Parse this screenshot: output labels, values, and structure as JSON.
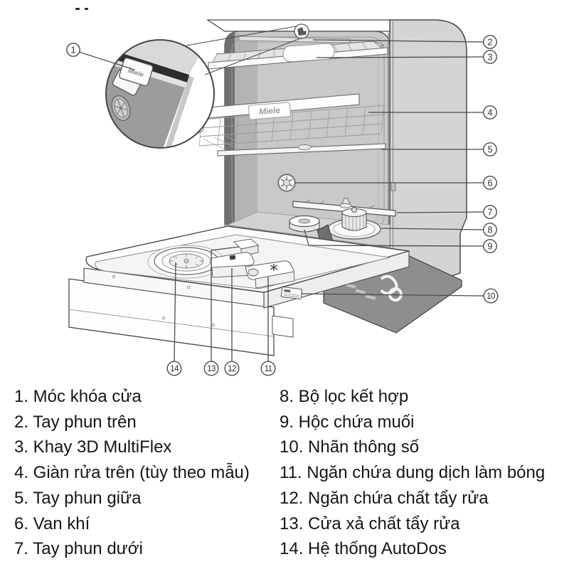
{
  "figure": {
    "brand": "Miele",
    "callouts": [
      "1",
      "2",
      "3",
      "4",
      "5",
      "6",
      "7",
      "8",
      "9",
      "10",
      "11",
      "12",
      "13",
      "14"
    ],
    "colors": {
      "outline": "#4a4a4a",
      "side_panel": "#d4d4d4",
      "tub_wall": "#c9c9c9",
      "door_face": "#9c9c9c",
      "plinth": "#8e8e8e",
      "paper": "#ffffff"
    }
  },
  "legend": {
    "left": [
      "1. Móc khóa cửa",
      "2. Tay phun trên",
      "3. Khay 3D MultiFlex",
      "4. Giàn rửa trên (tùy theo mẫu)",
      "5. Tay phun giữa",
      "6. Van khí",
      "7. Tay phun dưới"
    ],
    "right": [
      "8. Bộ lọc kết hợp",
      "9. Hộc chứa muối",
      "10. Nhãn thông số",
      "11. Ngăn chứa dung dịch làm bóng",
      "12. Ngăn chứa chất tẩy rửa",
      "13. Cửa xả chất tẩy rửa",
      "14. Hệ thống AutoDos"
    ]
  }
}
